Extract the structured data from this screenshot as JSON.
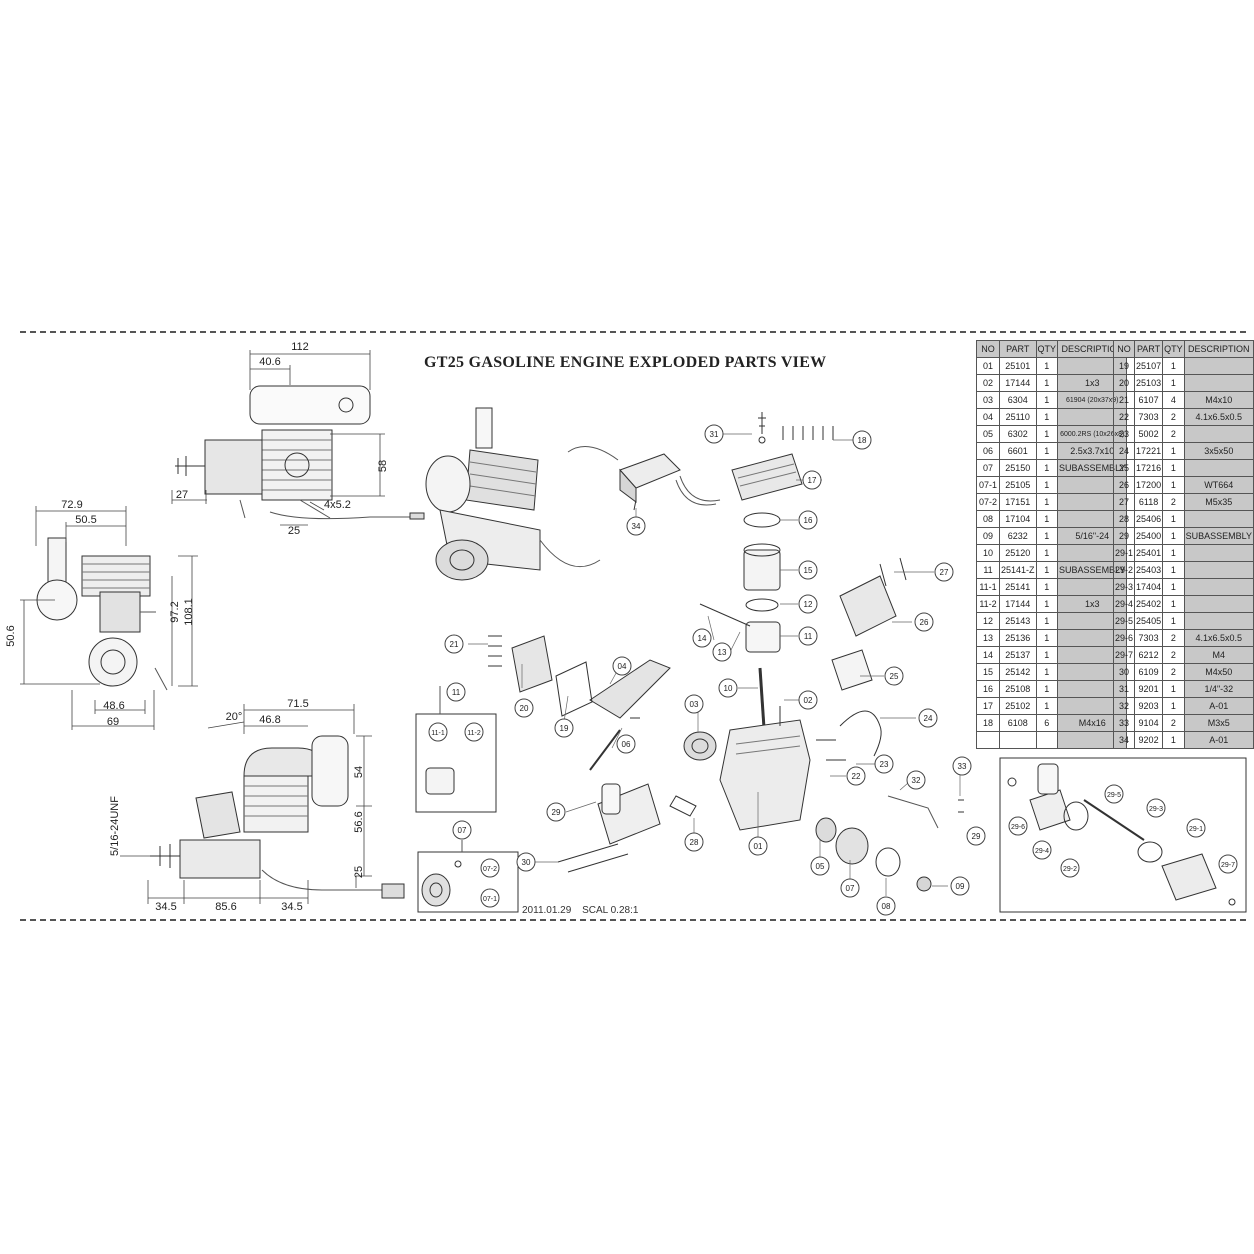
{
  "title": "GT25 GASOLINE ENGINE EXPLODED PARTS VIEW",
  "footer": {
    "date": "2011.01.29",
    "scale": "SCAL 0.28:1"
  },
  "table_headers": {
    "no": "NO",
    "part": "PART",
    "qty": "QTY",
    "desc": "DESCRIPTION"
  },
  "parts_left": [
    {
      "no": "01",
      "part": "25101",
      "qty": "1",
      "desc": ""
    },
    {
      "no": "02",
      "part": "17144",
      "qty": "1",
      "desc": "1x3"
    },
    {
      "no": "03",
      "part": "6304",
      "qty": "1",
      "desc": "61904 (20x37x9)"
    },
    {
      "no": "04",
      "part": "25110",
      "qty": "1",
      "desc": ""
    },
    {
      "no": "05",
      "part": "6302",
      "qty": "1",
      "desc": "6000.2RS (10x26x8)"
    },
    {
      "no": "06",
      "part": "6601",
      "qty": "1",
      "desc": "2.5x3.7x10"
    },
    {
      "no": "07",
      "part": "25150",
      "qty": "1",
      "desc": "SUBASSEMBLY"
    },
    {
      "no": "07-1",
      "part": "25105",
      "qty": "1",
      "desc": ""
    },
    {
      "no": "07-2",
      "part": "17151",
      "qty": "1",
      "desc": ""
    },
    {
      "no": "08",
      "part": "17104",
      "qty": "1",
      "desc": ""
    },
    {
      "no": "09",
      "part": "6232",
      "qty": "1",
      "desc": "5/16\"-24"
    },
    {
      "no": "10",
      "part": "25120",
      "qty": "1",
      "desc": ""
    },
    {
      "no": "11",
      "part": "25141-Z",
      "qty": "1",
      "desc": "SUBASSEMBLY"
    },
    {
      "no": "11-1",
      "part": "25141",
      "qty": "1",
      "desc": ""
    },
    {
      "no": "11-2",
      "part": "17144",
      "qty": "1",
      "desc": "1x3"
    },
    {
      "no": "12",
      "part": "25143",
      "qty": "1",
      "desc": ""
    },
    {
      "no": "13",
      "part": "25136",
      "qty": "1",
      "desc": ""
    },
    {
      "no": "14",
      "part": "25137",
      "qty": "1",
      "desc": ""
    },
    {
      "no": "15",
      "part": "25142",
      "qty": "1",
      "desc": ""
    },
    {
      "no": "16",
      "part": "25108",
      "qty": "1",
      "desc": ""
    },
    {
      "no": "17",
      "part": "25102",
      "qty": "1",
      "desc": ""
    },
    {
      "no": "18",
      "part": "6108",
      "qty": "6",
      "desc": "M4x16"
    },
    {
      "no": "",
      "part": "",
      "qty": "",
      "desc": ""
    }
  ],
  "parts_right": [
    {
      "no": "19",
      "part": "25107",
      "qty": "1",
      "desc": ""
    },
    {
      "no": "20",
      "part": "25103",
      "qty": "1",
      "desc": ""
    },
    {
      "no": "21",
      "part": "6107",
      "qty": "4",
      "desc": "M4x10"
    },
    {
      "no": "22",
      "part": "7303",
      "qty": "2",
      "desc": "4.1x6.5x0.5"
    },
    {
      "no": "23",
      "part": "5002",
      "qty": "2",
      "desc": ""
    },
    {
      "no": "24",
      "part": "17221",
      "qty": "1",
      "desc": "3x5x50"
    },
    {
      "no": "25",
      "part": "17216",
      "qty": "1",
      "desc": ""
    },
    {
      "no": "26",
      "part": "17200",
      "qty": "1",
      "desc": "WT664"
    },
    {
      "no": "27",
      "part": "6118",
      "qty": "2",
      "desc": "M5x35"
    },
    {
      "no": "28",
      "part": "25406",
      "qty": "1",
      "desc": ""
    },
    {
      "no": "29",
      "part": "25400",
      "qty": "1",
      "desc": "SUBASSEMBLY"
    },
    {
      "no": "29-1",
      "part": "25401",
      "qty": "1",
      "desc": ""
    },
    {
      "no": "29-2",
      "part": "25403",
      "qty": "1",
      "desc": ""
    },
    {
      "no": "29-3",
      "part": "17404",
      "qty": "1",
      "desc": ""
    },
    {
      "no": "29-4",
      "part": "25402",
      "qty": "1",
      "desc": ""
    },
    {
      "no": "29-5",
      "part": "25405",
      "qty": "1",
      "desc": ""
    },
    {
      "no": "29-6",
      "part": "7303",
      "qty": "2",
      "desc": "4.1x6.5x0.5"
    },
    {
      "no": "29-7",
      "part": "6212",
      "qty": "2",
      "desc": "M4"
    },
    {
      "no": "30",
      "part": "6109",
      "qty": "2",
      "desc": "M4x50"
    },
    {
      "no": "31",
      "part": "9201",
      "qty": "1",
      "desc": "1/4\"-32"
    },
    {
      "no": "32",
      "part": "9203",
      "qty": "1",
      "desc": "A-01"
    },
    {
      "no": "33",
      "part": "9104",
      "qty": "2",
      "desc": "M3x5"
    },
    {
      "no": "34",
      "part": "9202",
      "qty": "1",
      "desc": "A-01"
    }
  ],
  "dimensions": {
    "top_view": {
      "d112": "112",
      "d40_6": "40.6",
      "d58": "58",
      "d27": "27",
      "d25": "25",
      "d4x5_2": "4x5.2"
    },
    "front_view": {
      "d72_9": "72.9",
      "d50_5": "50.5",
      "d97_2": "97.2",
      "d108_1": "108.1",
      "d50_6": "50.6",
      "d48_6": "48.6",
      "d69": "69"
    },
    "side_view": {
      "d71_5": "71.5",
      "d46_8": "46.8",
      "d20deg": "20°",
      "d54": "54",
      "d56_6": "56.6",
      "d25": "25",
      "d34_5a": "34.5",
      "d85_6": "85.6",
      "d34_5b": "34.5",
      "thread": "5/16-24UNF"
    }
  },
  "callouts": {
    "c01": "01",
    "c02": "02",
    "c03": "03",
    "c04": "04",
    "c05": "05",
    "c06": "06",
    "c07": "07",
    "c08": "08",
    "c09": "09",
    "c10": "10",
    "c11": "11",
    "c12": "12",
    "c13": "13",
    "c14": "14",
    "c15": "15",
    "c16": "16",
    "c17": "17",
    "c18": "18",
    "c19": "19",
    "c20": "20",
    "c21": "21",
    "c22": "22",
    "c23": "23",
    "c24": "24",
    "c25": "25",
    "c26": "26",
    "c27": "27",
    "c28": "28",
    "c29": "29",
    "c30": "30",
    "c31": "31",
    "c32": "32",
    "c33": "33",
    "c34": "34",
    "c11_1": "11-1",
    "c11_2": "11-2",
    "c07_1": "07-1",
    "c07_2": "07-2",
    "c29_1": "29-1",
    "c29_2": "29-2",
    "c29_3": "29-3",
    "c29_4": "29-4",
    "c29_5": "29-5",
    "c29_6": "29-6",
    "c29_7": "29-7",
    "box11": "11",
    "box07": "07"
  }
}
